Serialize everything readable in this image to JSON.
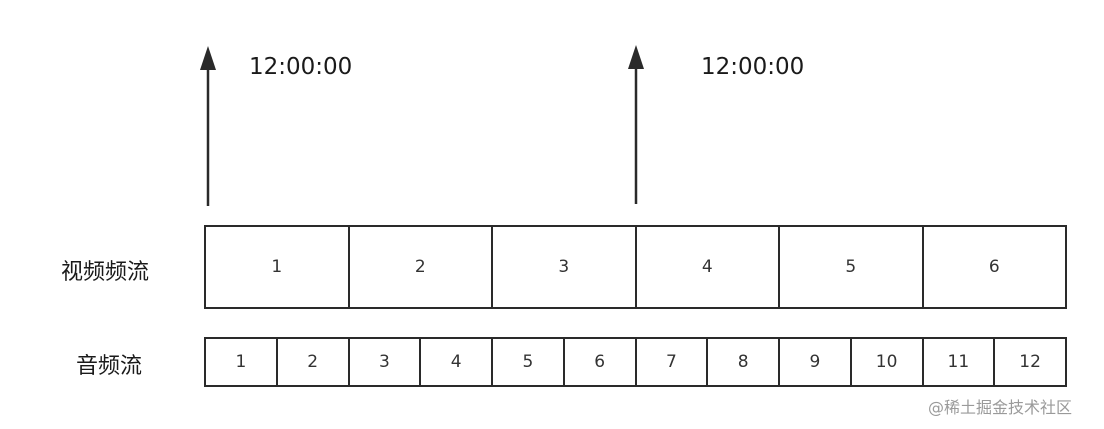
{
  "markers": [
    {
      "time": "12:00:00"
    },
    {
      "time": "12:00:00"
    }
  ],
  "rows": {
    "video": {
      "label": "视频频流",
      "frames": [
        "1",
        "2",
        "3",
        "4",
        "5",
        "6"
      ]
    },
    "audio": {
      "label": "音频流",
      "frames": [
        "1",
        "2",
        "3",
        "4",
        "5",
        "6",
        "7",
        "8",
        "9",
        "10",
        "11",
        "12"
      ]
    }
  },
  "watermark": "@稀土掘金技术社区",
  "colors": {
    "stroke": "#2a2a2a",
    "text": "#1a1a1a",
    "watermark": "#9a9a9a"
  }
}
